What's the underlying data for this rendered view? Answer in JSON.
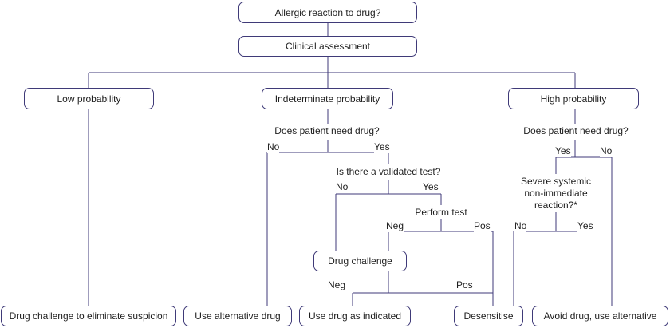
{
  "nodes": {
    "allergic_reaction": "Allergic reaction to drug?",
    "clinical_assessment": "Clinical assessment",
    "low_probability": "Low probability",
    "indeterminate_probability": "Indeterminate probability",
    "high_probability": "High probability",
    "drug_challenge": "Drug challenge",
    "drug_challenge_eliminate": "Drug challenge to eliminate suspicion",
    "use_alternative_drug": "Use alternative drug",
    "use_drug_as_indicated": "Use drug as indicated",
    "desensitise": "Desensitise",
    "avoid_drug": "Avoid drug, use alternative"
  },
  "decisions": {
    "need_drug_indeterminate": "Does patient need drug?",
    "validated_test": "Is there a validated test?",
    "perform_test": "Perform test",
    "need_drug_high": "Does patient need drug?",
    "severe_line1": "Severe systemic",
    "severe_line2": "non-immediate",
    "severe_line3": "reaction?*"
  },
  "branch_labels": {
    "ind_no": "No",
    "ind_yes": "Yes",
    "test_no": "No",
    "test_yes": "Yes",
    "perform_neg": "Neg",
    "perform_pos": "Pos",
    "challenge_neg": "Neg",
    "challenge_pos": "Pos",
    "high_yes": "Yes",
    "high_no": "No",
    "severe_no": "No",
    "severe_yes": "Yes"
  },
  "colors": {
    "line": "#3f3a78",
    "box_border": "#3f3a78",
    "text": "#1e1e1e"
  }
}
